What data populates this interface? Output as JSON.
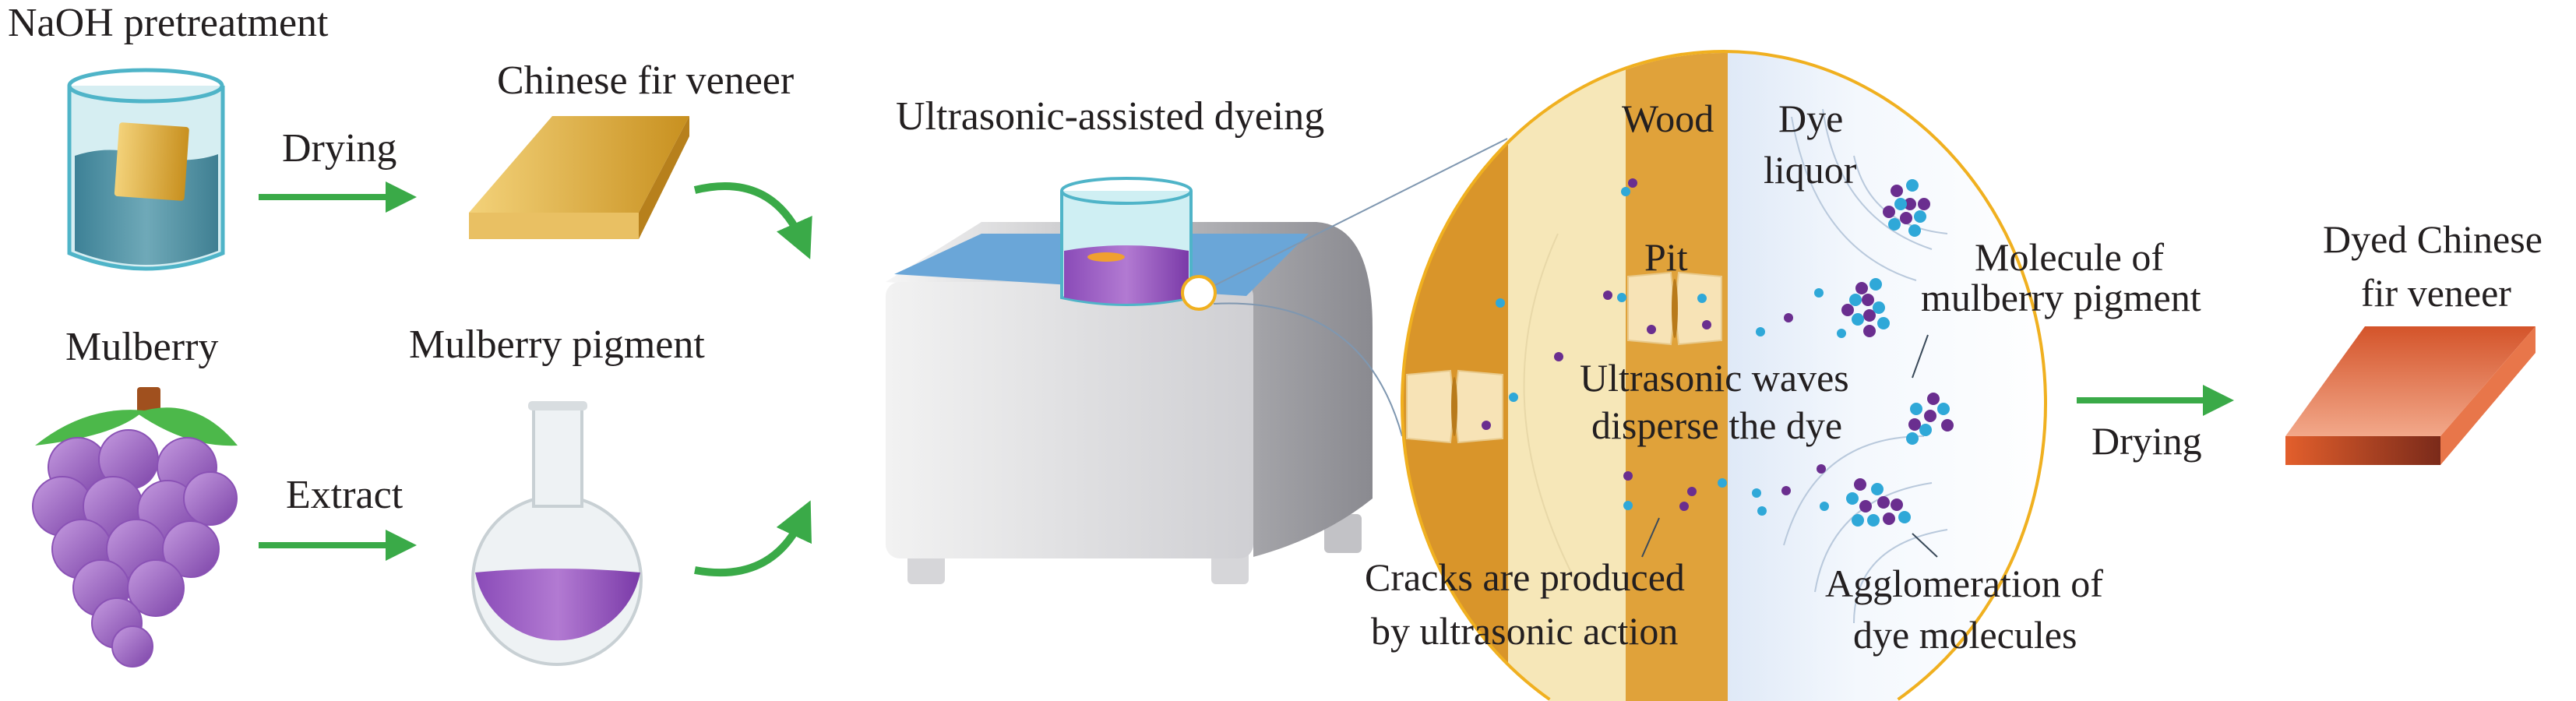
{
  "title": "Ultrasonic-assisted dyeing of Chinese fir veneer with mulberry pigment",
  "labels": {
    "naoh": "NaOH pretreatment",
    "drying1": "Drying",
    "veneer": "Chinese fir veneer",
    "mulberry": "Mulberry",
    "extract": "Extract",
    "pigment": "Mulberry pigment",
    "ultrasonic_dyeing": "Ultrasonic-assisted dyeing",
    "wood": "Wood",
    "dye_liquor_1": "Dye",
    "dye_liquor_2": "liquor",
    "pit": "Pit",
    "molecule_1": "Molecule of",
    "molecule_2": "mulberry pigment",
    "waves_1": "Ultrasonic waves",
    "waves_2": "disperse the dye",
    "cracks_1": "Cracks are produced",
    "cracks_2": "by ultrasonic action",
    "agglom_1": "Agglomeration of",
    "agglom_2": "dye molecules",
    "drying2": "Drying",
    "dyed_1": "Dyed Chinese",
    "dyed_2": "fir veneer"
  },
  "colors": {
    "arrow": "#3aaa48",
    "wood_dark": "#d9952a",
    "wood_light": "#f6e7b8",
    "dye_purple": "#6a2e8f",
    "dye_blue": "#2fa8d8",
    "dyed_veneer": "#e35f2c"
  }
}
